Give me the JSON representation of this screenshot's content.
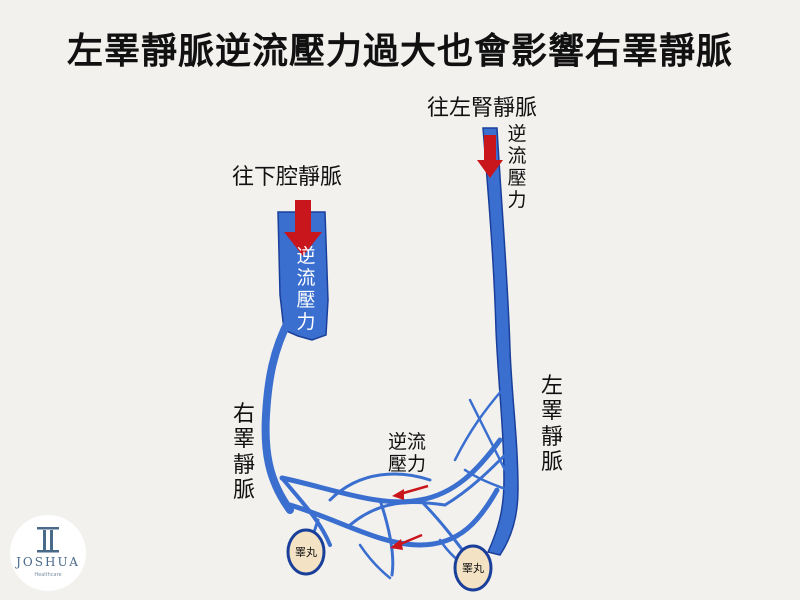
{
  "title": "左睪靜脈逆流壓力過大也會影響右睪靜脈",
  "labels": {
    "ivc": "往下腔靜脈",
    "renal": "往左腎靜脈",
    "pressure_right": "逆流壓力",
    "pressure_left": "逆流壓力",
    "pressure_mid": "逆流壓力",
    "right_vein": "右睪靜脈",
    "left_vein": "左睪靜脈",
    "testis_right": "睪丸",
    "testis_left": "睪丸"
  },
  "logo": {
    "name": "JOSHUA",
    "sub": "Healthcare"
  },
  "colors": {
    "vein": "#3a6fd0",
    "vein_outline": "#1a3f9a",
    "arrow": "#c8161c",
    "testis": "#f3e2c3"
  },
  "icons": {
    "logo": "pillar-logo-icon",
    "arrow": "red-arrow-icon"
  }
}
